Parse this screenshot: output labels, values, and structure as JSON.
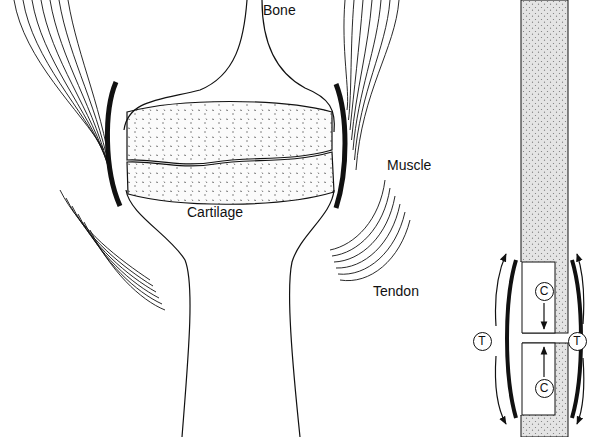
{
  "diagram": {
    "nodes": [
      {
        "text": [
          "C"
        ]
      },
      {
        "text": [
          "T"
        ]
      },
      {
        "text": [
          "T"
        ]
      },
      {
        "text": [
          "C"
        ]
      }
    ],
    "labels": [
      "Bone",
      "Muscle",
      "Cartilage",
      "Tendon"
    ]
  }
}
